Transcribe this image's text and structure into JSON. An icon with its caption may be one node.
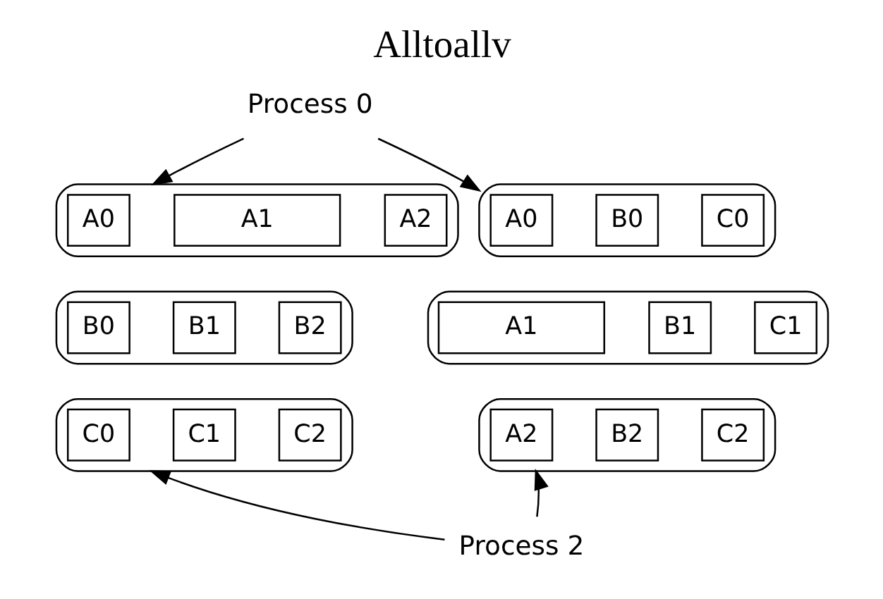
{
  "diagram": {
    "title": "Alltoallv",
    "nodes": [
      {
        "text": [
          "Process 0"
        ]
      },
      {
        "text": [],
        "shape": "box"
      },
      {
        "text": [
          "A0"
        ],
        "in": 1
      },
      {
        "text": [
          "A1"
        ],
        "in": 1
      },
      {
        "text": [
          "A2"
        ],
        "in": 1
      },
      {
        "text": [],
        "shape": "box"
      },
      {
        "text": [
          "A0"
        ],
        "in": 5
      },
      {
        "text": [
          "B0"
        ],
        "in": 5
      },
      {
        "text": [
          "C0"
        ],
        "in": 5
      },
      {
        "text": [],
        "shape": "box"
      },
      {
        "text": [
          "B0"
        ],
        "in": 9
      },
      {
        "text": [
          "B1"
        ],
        "in": 9
      },
      {
        "text": [
          "B2"
        ],
        "in": 9
      },
      {
        "text": [],
        "shape": "box"
      },
      {
        "text": [
          "A1"
        ],
        "in": 13
      },
      {
        "text": [
          "B1"
        ],
        "in": 13
      },
      {
        "text": [
          "C1"
        ],
        "in": 13
      },
      {
        "text": [],
        "shape": "box"
      },
      {
        "text": [
          "C0"
        ],
        "in": 17
      },
      {
        "text": [
          "C1"
        ],
        "in": 17
      },
      {
        "text": [
          "C2"
        ],
        "in": 17
      },
      {
        "text": [],
        "shape": "box"
      },
      {
        "text": [
          "A2"
        ],
        "in": 21
      },
      {
        "text": [
          "B2"
        ],
        "in": 21
      },
      {
        "text": [
          "C2"
        ],
        "in": 21
      },
      {
        "text": [
          "Process 2"
        ]
      }
    ],
    "edges": [
      {
        "from": 0,
        "to": 1,
        "arrow": "to"
      },
      {
        "from": 0,
        "to": 5,
        "arrow": "to"
      },
      {
        "from": 25,
        "to": 17,
        "arrow": "to"
      },
      {
        "from": 25,
        "to": 21,
        "arrow": "to"
      }
    ]
  }
}
